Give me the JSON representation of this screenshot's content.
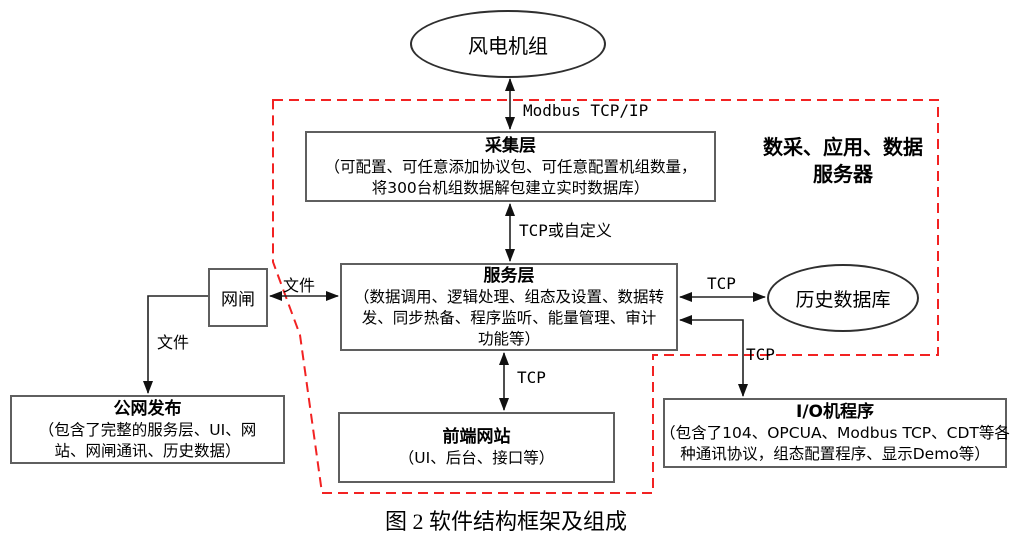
{
  "diagram": {
    "caption": "图 2 软件结构框架及组成",
    "region_label": {
      "lines": [
        "数采、应用、数据",
        "服务器"
      ]
    },
    "nodes": {
      "wind_turbines": {
        "label": "风电机组"
      },
      "collection_layer": {
        "title": "采集层",
        "lines": [
          "（可配置、可任意添加协议包、可任意配置机组数量，",
          "将300台机组数据解包建立实时数据库）"
        ]
      },
      "service_layer": {
        "title": "服务层",
        "lines": [
          "（数据调用、逻辑处理、组态及设置、数据转",
          "发、同步热备、程序监听、能量管理、审计",
          "功能等）"
        ]
      },
      "gateway": {
        "label": "网闸"
      },
      "public_release": {
        "title": "公网发布",
        "lines": [
          "（包含了完整的服务层、UI、网",
          "站、网闸通讯、历史数据）"
        ]
      },
      "frontend_site": {
        "title": "前端网站",
        "lines": [
          "（UI、后台、接口等）"
        ]
      },
      "history_db": {
        "label": "历史数据库"
      },
      "io_program": {
        "title": "I/O机程序",
        "lines": [
          "（包含了104、OPCUA、Modbus TCP、CDT等各",
          "种通讯协议，组态配置程序、显示Demo等）"
        ]
      }
    },
    "edge_labels": {
      "modbus": "Modbus TCP/IP",
      "tcp_or_custom": "TCP或自定义",
      "file_gateway_service": "文件",
      "file_gateway_public": "文件",
      "tcp_history": "TCP",
      "tcp_io": "TCP",
      "tcp_frontend": "TCP"
    },
    "colors": {
      "dashed_region_border": "#f22222",
      "connector_line": "#222222",
      "box_border": "#5f5f5f"
    }
  }
}
